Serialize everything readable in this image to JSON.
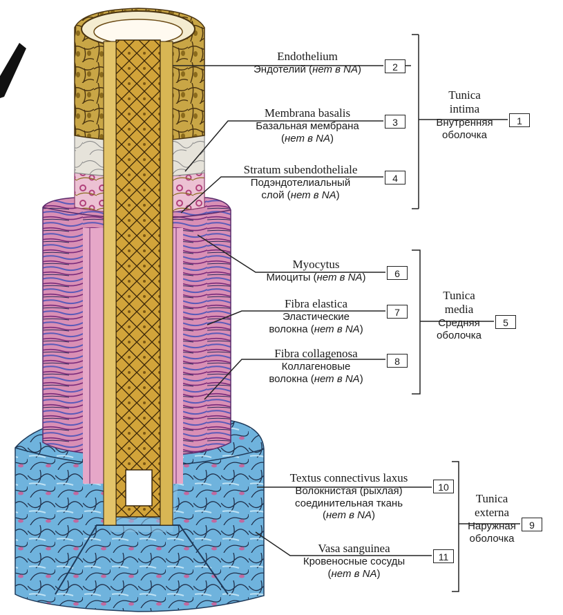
{
  "labels": [
    {
      "num": "2",
      "latin": "Endothelium",
      "ru": [
        "Эндотелий (нет в NA)"
      ]
    },
    {
      "num": "3",
      "latin": "Membrana basalis",
      "ru": [
        "Базальная мембрана",
        "(нет в NA)"
      ]
    },
    {
      "num": "4",
      "latin": "Stratum subendotheliale",
      "ru": [
        "Подэндотелиальный",
        "слой (нет в NA)"
      ]
    },
    {
      "num": "6",
      "latin": "Myocytus",
      "ru": [
        "Миоциты (нет в NA)"
      ]
    },
    {
      "num": "7",
      "latin": "Fibra elastica",
      "ru": [
        "Эластические",
        "волокна (нет в NA)"
      ]
    },
    {
      "num": "8",
      "latin": "Fibra collagenosa",
      "ru": [
        "Коллагеновые",
        "волокна (нет в NA)"
      ]
    },
    {
      "num": "10",
      "latin": "Textus connectivus laxus",
      "ru": [
        "Волокнистая (рыхлая)",
        "соединительная ткань",
        "(нет в NA)"
      ]
    },
    {
      "num": "11",
      "latin": "Vasa sanguinea",
      "ru": [
        "Кровеносные сосуды",
        "(нет в NA)"
      ]
    }
  ],
  "tunicae": [
    {
      "num": "1",
      "latin": [
        "Tunica",
        "intima"
      ],
      "ru": [
        "Внутренняя",
        "оболочка"
      ]
    },
    {
      "num": "5",
      "latin": [
        "Tunica",
        "media"
      ],
      "ru": [
        "Средняя",
        "оболочка"
      ]
    },
    {
      "num": "9",
      "latin": [
        "Tunica",
        "externa"
      ],
      "ru": [
        "Наружная",
        "оболочка"
      ]
    }
  ],
  "colors": {
    "endothelium": "#c9a646",
    "endothelium_dark": "#8a6a1c",
    "basalis": "#e8e6df",
    "subendo": "#e7b5c9",
    "media_pink": "#d98fb5",
    "media_blue": "#6a7bc4",
    "externa": "#6fb3dd",
    "externa_dark": "#2f6e9d",
    "line": "#222222"
  }
}
